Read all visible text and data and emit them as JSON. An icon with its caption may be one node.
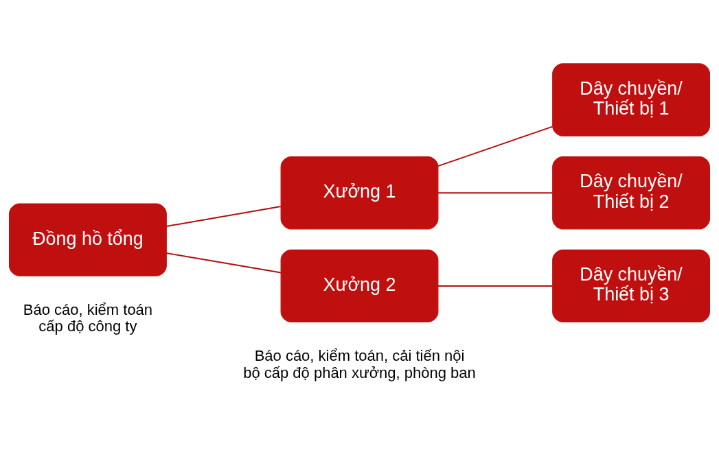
{
  "diagram": {
    "nodes": [
      {
        "text": [
          "Đồng hồ tổng"
        ]
      },
      {
        "text": [
          "Xưởng 1"
        ]
      },
      {
        "text": [
          "Dây chuyền/ Thiết bị 1"
        ]
      },
      {
        "text": [
          "Dây chuyền/ Thiết bị 2"
        ]
      },
      {
        "text": [
          "Xưởng 2"
        ]
      },
      {
        "text": [
          "Dây chuyền/ Thiết bị 3"
        ]
      }
    ],
    "edges": [
      {
        "from": 0,
        "to": 1,
        "arrow": "none"
      },
      {
        "from": 0,
        "to": 4,
        "arrow": "none"
      },
      {
        "from": 1,
        "to": 2,
        "arrow": "none"
      },
      {
        "from": 1,
        "to": 3,
        "arrow": "none"
      },
      {
        "from": 4,
        "to": 5,
        "arrow": "none"
      }
    ],
    "labels": [
      "Báo cáo, kiểm toán cấp độ công ty",
      "Báo cáo, kiểm toán, cải tiến nội bộ cấp độ phân xưởng, phòng ban"
    ]
  }
}
